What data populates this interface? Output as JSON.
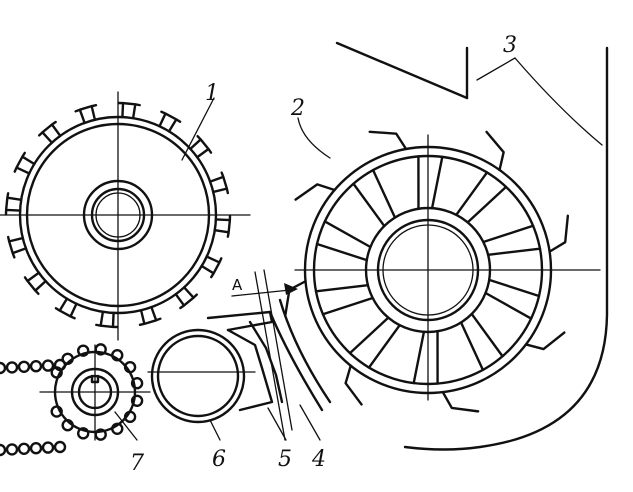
{
  "labels": {
    "part1": "1",
    "part2": "2",
    "part3": "3",
    "part4": "4",
    "part5": "5",
    "part6": "6",
    "part7": "7",
    "view_a": "A"
  },
  "colors": {
    "ink": "#111111",
    "paper": "#ffffff"
  }
}
